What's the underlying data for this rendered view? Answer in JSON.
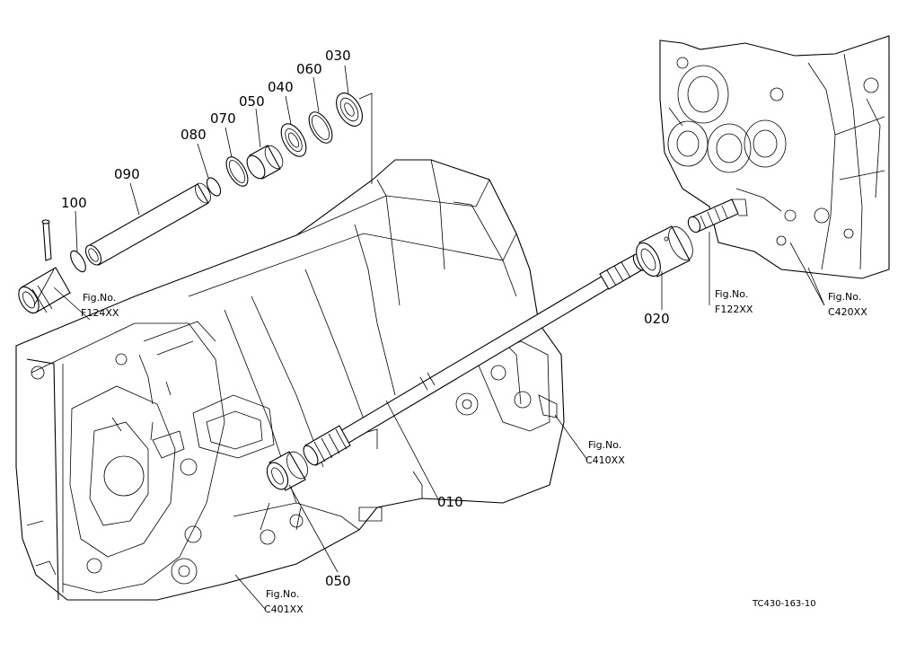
{
  "parts": [
    {
      "id": "p010",
      "number": "010"
    },
    {
      "id": "p020",
      "number": "020"
    },
    {
      "id": "p030",
      "number": "030"
    },
    {
      "id": "p040",
      "number": "040"
    },
    {
      "id": "p050a",
      "number": "050"
    },
    {
      "id": "p050b",
      "number": "050"
    },
    {
      "id": "p060",
      "number": "060"
    },
    {
      "id": "p070",
      "number": "070"
    },
    {
      "id": "p080",
      "number": "080"
    },
    {
      "id": "p090",
      "number": "090"
    },
    {
      "id": "p100",
      "number": "100"
    }
  ],
  "figure_refs": [
    {
      "id": "f124",
      "line1": "Fig.No.",
      "line2": "F124XX"
    },
    {
      "id": "f122",
      "line1": "Fig.No.",
      "line2": "F122XX"
    },
    {
      "id": "c420",
      "line1": "Fig.No.",
      "line2": "C420XX"
    },
    {
      "id": "c410",
      "line1": "Fig.No.",
      "line2": "C410XX"
    },
    {
      "id": "c401",
      "line1": "Fig.No.",
      "line2": "C401XX"
    }
  ],
  "drawing_code": "TC430-163-10"
}
